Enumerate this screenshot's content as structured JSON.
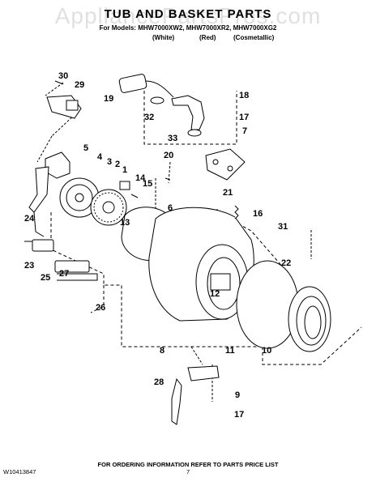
{
  "watermark": "AppliancePartsPros.com",
  "header": {
    "title": "TUB AND BASKET PARTS",
    "models_line": "For Models: MHW7000XW2, MHW7000XR2, MHW7000XG2",
    "color_1": "(White)",
    "color_2": "(Red)",
    "color_3": "(Cosmetallic)"
  },
  "callouts": {
    "c30": "30",
    "c29": "29",
    "c19": "19",
    "c18": "18",
    "c32": "32",
    "c17a": "17",
    "c33": "33",
    "c7": "7",
    "c5": "5",
    "c4": "4",
    "c3": "3",
    "c2": "2",
    "c1": "1",
    "c20": "20",
    "c14": "14",
    "c15": "15",
    "c21": "21",
    "c16": "16",
    "c6": "6",
    "c24": "24",
    "c13": "13",
    "c31": "31",
    "c23": "23",
    "c25": "25",
    "c27": "27",
    "c22": "22",
    "c12": "12",
    "c26": "26",
    "c8": "8",
    "c11": "11",
    "c10": "10",
    "c28": "28",
    "c9": "9",
    "c17b": "17"
  },
  "footer": {
    "order_info": "FOR ORDERING INFORMATION REFER TO PARTS PRICE LIST",
    "doc_number": "W10413847",
    "page_number": "7"
  }
}
